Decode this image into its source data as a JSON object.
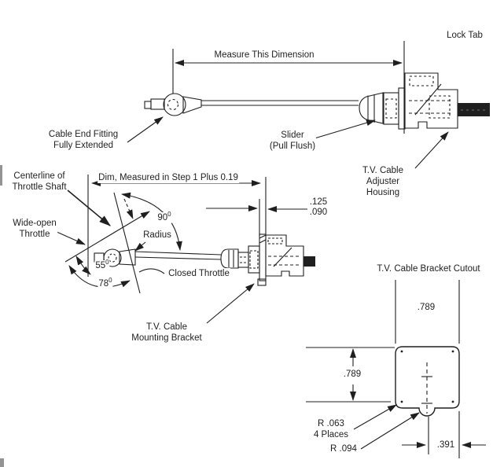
{
  "colors": {
    "ink": "#1f1f1f",
    "bg": "#ffffff"
  },
  "top_view": {
    "lock_tab": "Lock Tab",
    "measure_dimension": "Measure This Dimension",
    "cable_end_fitting_line1": "Cable End Fitting",
    "cable_end_fitting_line2": "Fully Extended",
    "slider_line1": "Slider",
    "slider_line2": "(Pull Flush)",
    "adjuster_line1": "T.V. Cable",
    "adjuster_line2": "Adjuster",
    "adjuster_line3": "Housing"
  },
  "side_view": {
    "centerline_line1": "Centerline of",
    "centerline_line2": "Throttle Shaft",
    "dim_note": "Dim, Measured in Step 1 Plus 0.19",
    "wide_open_line1": "Wide-open",
    "wide_open_line2": "Throttle",
    "angle_90": "90",
    "angle_55": "55",
    "angle_78": "78",
    "deg_superscript": "0",
    "radius": "Radius",
    "closed_throttle": "Closed Throttle",
    "gap_max": ".125",
    "gap_min": ".090",
    "bracket_line1": "T.V. Cable",
    "bracket_line2": "Mounting Bracket"
  },
  "cutout_view": {
    "title": "T.V. Cable Bracket Cutout",
    "width_dim": ".789",
    "height_dim": ".789",
    "corner_radius": "R .063",
    "corner_radius_note": "4 Places",
    "notch_radius": "R .094",
    "offset_dim": ".391"
  }
}
